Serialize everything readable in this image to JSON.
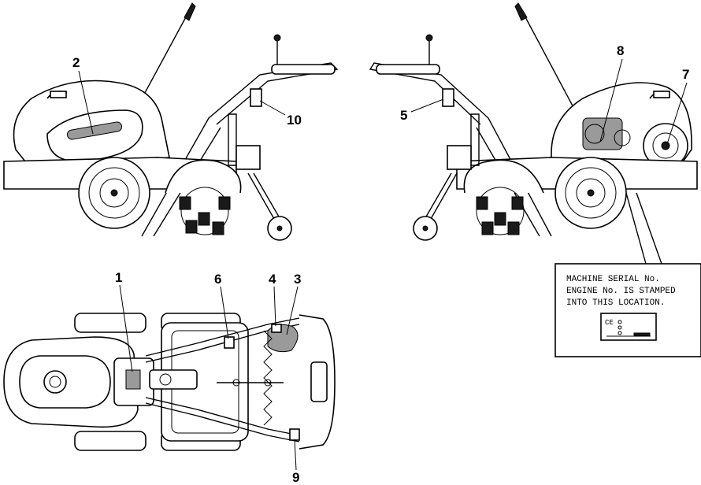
{
  "callouts": {
    "n1": "1",
    "n2": "2",
    "n3": "3",
    "n4": "4",
    "n5": "5",
    "n6": "6",
    "n7": "7",
    "n8": "8",
    "n9": "9",
    "n10": "10"
  },
  "serial_note": {
    "line1": "MACHINE SERIAL No.",
    "line2": "ENGINE No.  IS STAMPED",
    "line3": "INTO THIS LOCATION.",
    "plate_mark": "CE"
  }
}
